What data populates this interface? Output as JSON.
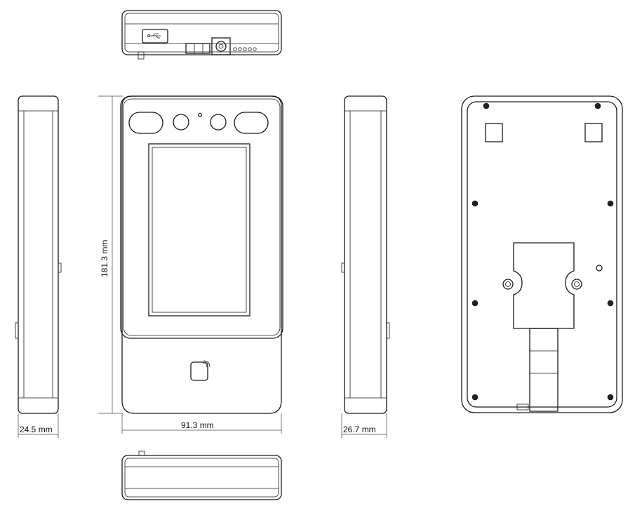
{
  "dimensions": {
    "height": "181.3 mm",
    "width": "91.3 mm",
    "depth_left": "24.5 mm",
    "depth_right": "26.7 mm"
  },
  "icons": [
    "usb-icon",
    "card-reader-icon"
  ]
}
